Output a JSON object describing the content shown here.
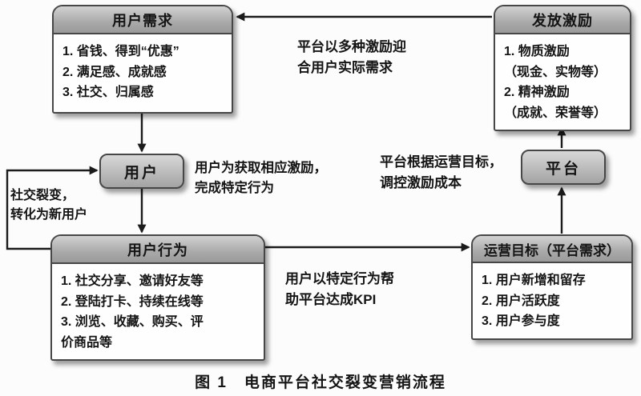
{
  "caption": "图 1　电商平台社交裂变营销流程",
  "nodes": {
    "user_needs": {
      "title": "用户需求",
      "items": [
        "1. 省钱、得到“优惠”",
        "2. 满足感、成就感",
        "3. 社交、归属感"
      ]
    },
    "incentives": {
      "title": "发放激励",
      "items": [
        "1. 物质激励\n（现金、实物等）",
        "2. 精神激励\n（成就、荣誉等）"
      ]
    },
    "user": {
      "title": "用户"
    },
    "platform": {
      "title": "平台"
    },
    "user_behavior": {
      "title": "用户行为",
      "items": [
        "1. 社交分享、邀请好友等",
        "2. 登陆打卡、持续在线等",
        "3. 浏览、收藏、购买、评\n价商品等"
      ]
    },
    "operations": {
      "title": "运营目标（平台需求）",
      "items": [
        "1. 用户新增和留存",
        "2. 用户活跃度",
        "3. 用户参与度"
      ]
    }
  },
  "edge_labels": {
    "incentive_to_needs": "平台以多种激励迎\n合用户实际需求",
    "user_to_behavior": "用户为获取相应激励，\n完成特定行为",
    "platform_adjust": "平台根据运营目标，\n调控激励成本",
    "behavior_to_kpi": "用户以特定行为帮\n助平台达成KPI",
    "fission": "社交裂变，\n转化为新用户"
  }
}
